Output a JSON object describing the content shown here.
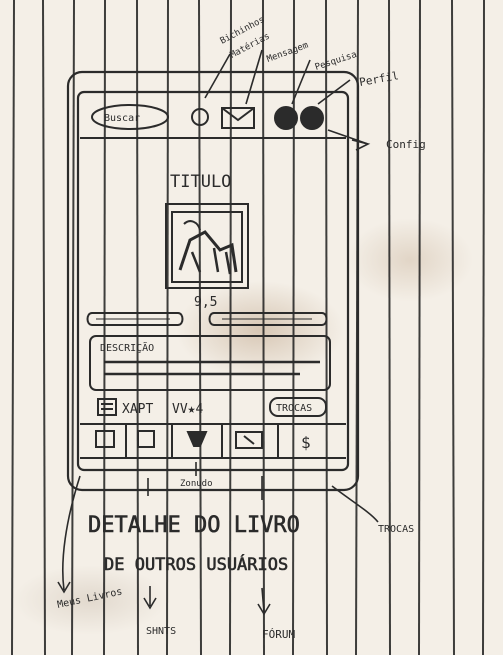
{
  "sketch": {
    "header_labels": {
      "label_a": "Bichinhos",
      "label_b": "Matérias",
      "label_c": "Mensagem",
      "label_d": "Pesquisa",
      "label_e": "Perfil",
      "config": "Config"
    },
    "phone": {
      "search_text": "Buscar",
      "title": "TITULO",
      "rating_text": "9,5",
      "description_label": "DESCRIÇÃO",
      "action_row": {
        "left_text": "XAPT",
        "stars_text": "VV★4",
        "button_label": "TROCAS"
      },
      "bottom_icon": "$"
    },
    "annotations": {
      "center_label": "Zonudo",
      "heading_line1": "DETALHE DO LIVRO",
      "heading_line2": "DE OUTROS USUÁRIOS",
      "trocas": "TROCAS",
      "meus_livros": "Meus Livros",
      "search_bottom": "SHNTS",
      "forum": "FÓRUM"
    },
    "colors": {
      "ink": "#2b2b2b",
      "paper": "#f4efe7",
      "stain": "#8c5f32"
    }
  }
}
